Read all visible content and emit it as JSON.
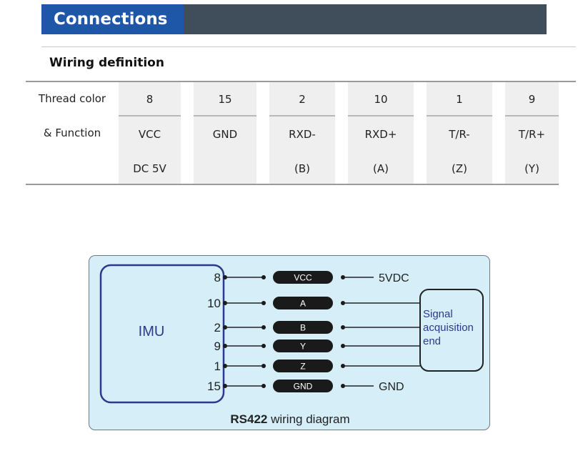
{
  "header": {
    "title": "Connections"
  },
  "section": {
    "title": "Wiring definition"
  },
  "table": {
    "row_labels": [
      "Thread color",
      "& Function"
    ],
    "columns": [
      {
        "number": "8",
        "function": "VCC",
        "detail": "DC 5V"
      },
      {
        "number": "15",
        "function": "GND",
        "detail": ""
      },
      {
        "number": "2",
        "function": "RXD-",
        "detail": "(B)"
      },
      {
        "number": "10",
        "function": "RXD+",
        "detail": "(A)"
      },
      {
        "number": "1",
        "function": "T/R-",
        "detail": "(Z)"
      },
      {
        "number": "9",
        "function": "T/R+",
        "detail": "(Y)"
      }
    ]
  },
  "diagram": {
    "device_label": "IMU",
    "pins": [
      {
        "pin": "8",
        "signal": "VCC",
        "right_label": "5VDC"
      },
      {
        "pin": "10",
        "signal": "A",
        "right_label": ""
      },
      {
        "pin": "2",
        "signal": "B",
        "right_label": ""
      },
      {
        "pin": "9",
        "signal": "Y",
        "right_label": ""
      },
      {
        "pin": "1",
        "signal": "Z",
        "right_label": ""
      },
      {
        "pin": "15",
        "signal": "GND",
        "right_label": "GND"
      }
    ],
    "target_label_lines": [
      "Signal",
      "acquisition",
      "end"
    ],
    "caption_bold": "RS422",
    "caption_rest": " wiring diagram",
    "colors": {
      "background": "#d5eef8",
      "box_stroke": "#2b3a8c",
      "connector_fill": "#1a1a1a",
      "target_text": "#2b3a8c"
    }
  }
}
